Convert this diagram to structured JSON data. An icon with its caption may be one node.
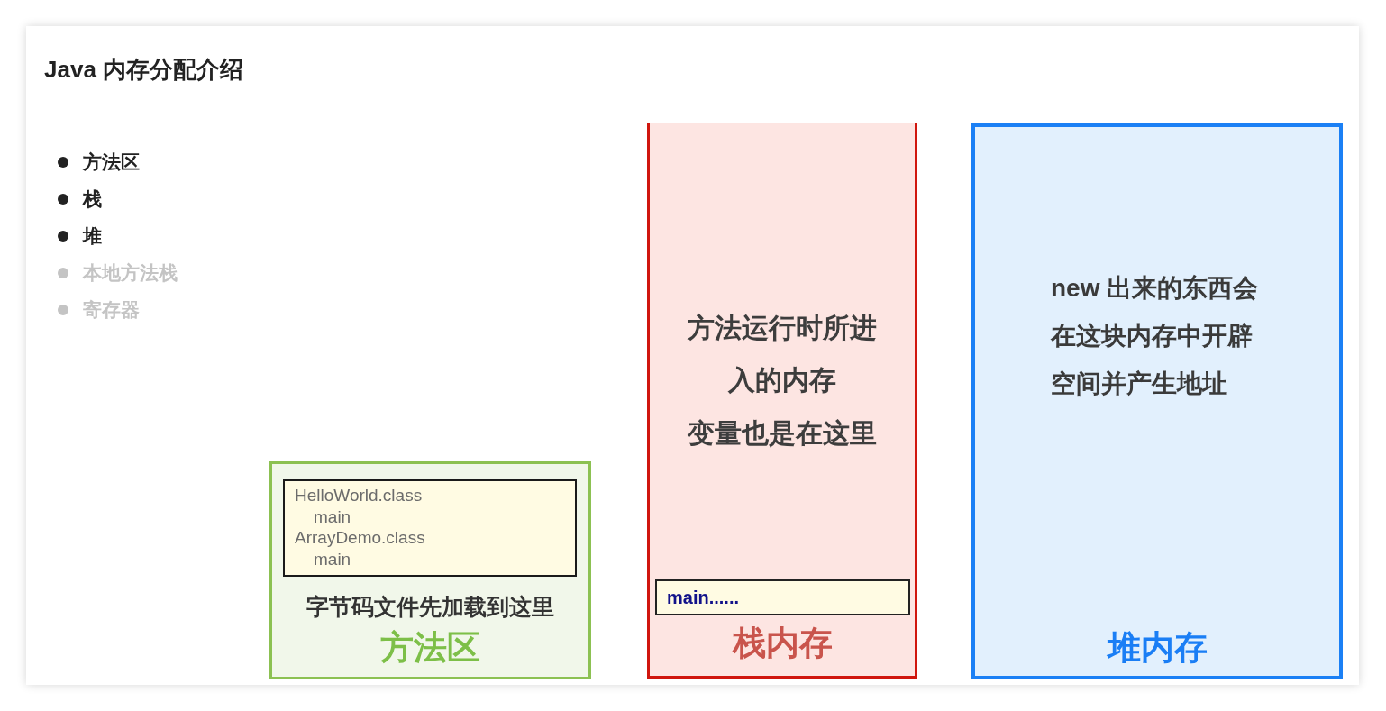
{
  "diagram": {
    "title": "Java 内存分配介绍",
    "nodes": [
      {
        "text": [
          "字节码文件先加载到这里",
          "方法区"
        ]
      },
      {
        "text": [
          "HelloWorld.class",
          "main",
          "ArrayDemo.class",
          "main"
        ],
        "in": 0
      },
      {
        "text": [
          "方法运行时所进入的内存",
          "变量也是在这里",
          "栈内存"
        ]
      },
      {
        "text": [
          "main......"
        ],
        "in": 2
      },
      {
        "text": [
          "new 出来的东西会在这块内存中开辟空间并产生地址",
          "堆内存"
        ]
      }
    ],
    "labels": [
      "方法区",
      "栈",
      "堆",
      "本地方法栈",
      "寄存器"
    ]
  }
}
